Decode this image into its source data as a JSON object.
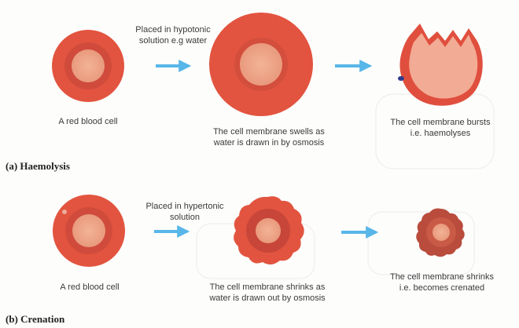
{
  "colors": {
    "cell_red": "#e2543f",
    "cell_ring": "#c8453a",
    "cell_core": "#efa78a",
    "arrow_blue": "#58b6e8",
    "burst_inner": "#f2ab94",
    "shrunk_dark": "#b94c3c",
    "background": "#fdfdfc"
  },
  "icons": {
    "arrow": "right-arrow-icon"
  },
  "haemolysis": {
    "title": "(a) Haemolysis",
    "step_label": "Placed in hypotonic\nsolution e.g water",
    "cell_1_caption": "A red blood cell",
    "cell_2_caption": "The cell membrane swells as\nwater is drawn in by osmosis",
    "cell_3_caption": "The cell membrane bursts\ni.e. haemolyses"
  },
  "crenation": {
    "title": "(b) Crenation",
    "step_label": "Placed in hypertonic\nsolution",
    "cell_1_caption": "A red blood cell",
    "cell_2_caption": "The cell membrane shrinks as\nwater is drawn out by osmosis",
    "cell_3_caption": "The cell membrane shrinks\ni.e. becomes crenated"
  }
}
